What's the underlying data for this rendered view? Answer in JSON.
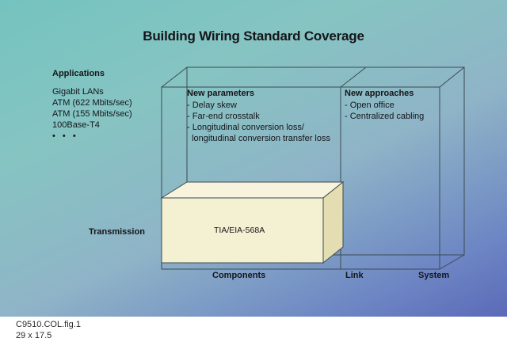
{
  "title": "Building Wiring Standard Coverage",
  "applications": {
    "heading": "Applications",
    "items": [
      "Gigabit LANs",
      "ATM (622 Mbits/sec)",
      "ATM (155 Mbits/sec)",
      "100Base-T4",
      "• • •"
    ]
  },
  "new_parameters": {
    "heading": "New parameters",
    "items": [
      "- Delay skew",
      "- Far-end crosstalk",
      "- Longitudinal conversion loss/",
      "  longitudinal conversion transfer loss"
    ]
  },
  "new_approaches": {
    "heading": "New approaches",
    "items": [
      "- Open office",
      "- Centralized cabling"
    ]
  },
  "box_label": "TIA/EIA-568A",
  "axis": {
    "transmission": "Transmission",
    "components": "Components",
    "link": "Link",
    "system": "System"
  },
  "footer": {
    "line1": "C9510.COL.fig.1",
    "line2": "29 x 17.5"
  },
  "colors": {
    "box_front": "#f4f0d2",
    "box_top": "#f7f3dc",
    "box_side": "#e6dfb6",
    "outline": "#3c4a52"
  }
}
